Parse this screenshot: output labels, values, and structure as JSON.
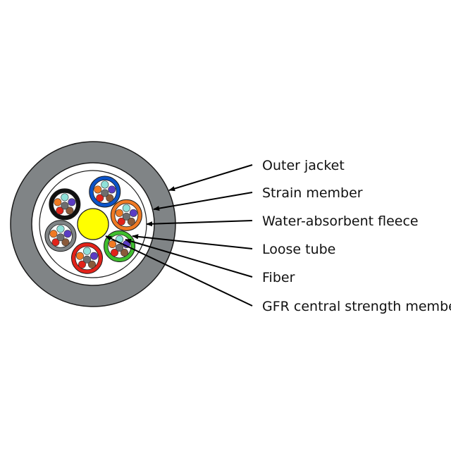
{
  "labels": [
    "Outer jacket",
    "Strain member",
    "Water-absorbent fleece",
    "Loose tube",
    "Fiber",
    "GFR central strength member"
  ],
  "colors": {
    "jacket": "#808486",
    "outline": "#1a1a1a",
    "central_member": "#ffff00",
    "leader": "#000000",
    "tubes": [
      "#0b53c8",
      "#f07a23",
      "#3fbf2e",
      "#e2231a",
      "#7f8385",
      "#111111"
    ],
    "fibers": [
      "#f07a23",
      "#5a3cc4",
      "#8a5a3a",
      "#e2231a",
      "#6e6e6e",
      "#8fe1d9"
    ]
  }
}
